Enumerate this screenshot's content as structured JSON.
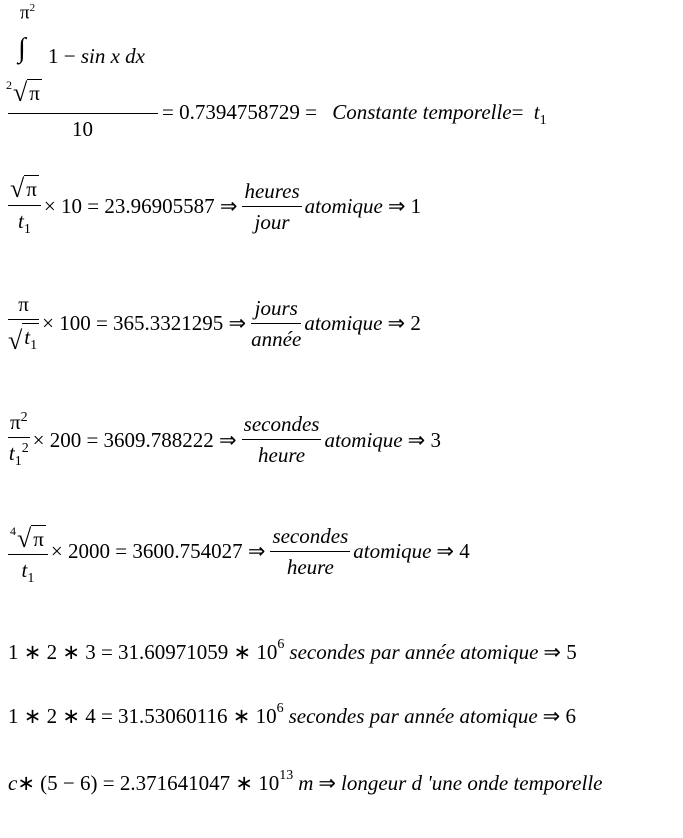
{
  "eq1": {
    "upper_limit": "π",
    "upper_exp": "2",
    "integral": "∫",
    "integrand_1": "1 − ",
    "integrand_2": "sin x dx",
    "lower_index": "2",
    "lower_radicand": "π",
    "denominator": "10",
    "value": "= 0.7394758729 =",
    "label": "Constante temporelle",
    "eq": "=",
    "t": "t",
    "t_sub": "1"
  },
  "eq2": {
    "radicand": "π",
    "den_t": "t",
    "den_sub": "1",
    "rhs": "× 10 = 23.96905587 ⇒",
    "unit_num": "heures",
    "unit_den": "jour",
    "suffix": "atomique",
    "result": "⇒ 1"
  },
  "eq3": {
    "num": "π",
    "den_t": "t",
    "den_sub": "1",
    "rhs": "× 100 = 365.3321295 ⇒",
    "unit_num": "jours",
    "unit_den": "année",
    "suffix": "atomique",
    "result": "⇒ 2"
  },
  "eq4": {
    "num": "π",
    "num_exp": "2",
    "den_t": "t",
    "den_sub": "1",
    "den_exp": "2",
    "rhs": "× 200 = 3609.788222 ⇒",
    "unit_num": "secondes",
    "unit_den": "heure",
    "suffix": "atomique",
    "result": "⇒ 3"
  },
  "eq5": {
    "index": "4",
    "radicand": "π",
    "den_t": "t",
    "den_sub": "1",
    "rhs": "× 2000 = 3600.754027 ⇒",
    "unit_num": "secondes",
    "unit_den": "heure",
    "suffix": "atomique",
    "result": "⇒ 4"
  },
  "eq6": {
    "lhs": "1 ∗ 2 ∗ 3 = 31.60971059 ∗ 10",
    "exp": "6",
    "text": "secondes par année atomique",
    "result": "⇒ 5"
  },
  "eq7": {
    "lhs": "1 ∗ 2 ∗ 4 = 31.53060116 ∗ 10",
    "exp": "6",
    "text": "secondes par année atomique",
    "result": "⇒ 6"
  },
  "eq8": {
    "c": "c",
    "lhs": " ∗ (5 − 6) = 2.371641047 ∗ 10",
    "exp": "13",
    "m": "m",
    "arrow": "⇒",
    "text": "longeur d 'une onde temporelle"
  }
}
